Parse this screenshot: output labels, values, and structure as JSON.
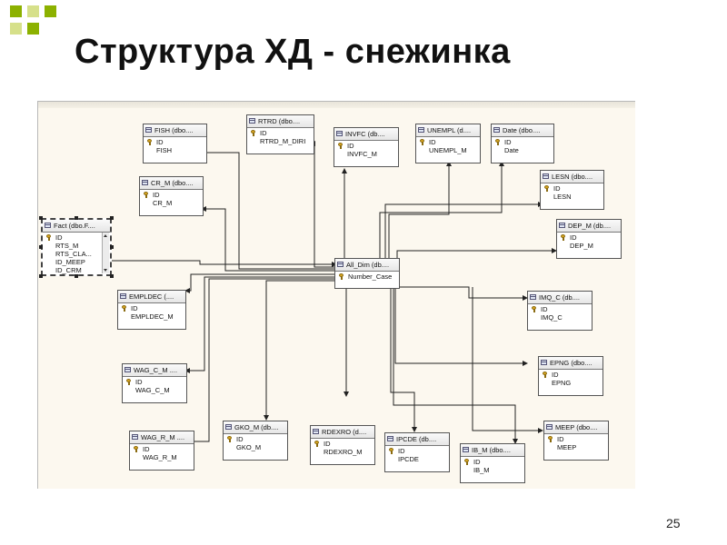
{
  "slide": {
    "title": "Структура ХД - снежинка",
    "page_number": "25"
  },
  "colors": {
    "deco_square_dark": "#8cb100",
    "deco_square_light": "#d6e08a",
    "canvas": "#fcf8ef",
    "link_line": "#222222"
  },
  "tables": {
    "fish": {
      "title": "FISH (dbo....",
      "fields": [
        "ID",
        "FISH"
      ]
    },
    "rtrd": {
      "title": "RTRD (dbo....",
      "fields": [
        "ID",
        "RTRD_M_DIRI"
      ]
    },
    "invfc": {
      "title": "INVFC (db....",
      "fields": [
        "ID",
        "INVFC_M"
      ]
    },
    "unempl": {
      "title": "UNEMPL (d....",
      "fields": [
        "ID",
        "UNEMPL_M"
      ]
    },
    "date": {
      "title": "Date (dbo....",
      "fields": [
        "ID",
        "Date"
      ]
    },
    "cr_m": {
      "title": "CR_M (dbo....",
      "fields": [
        "ID",
        "CR_M"
      ]
    },
    "lesn": {
      "title": "LESN (dbo....",
      "fields": [
        "ID",
        "LESN"
      ]
    },
    "fact": {
      "title": "Fact (dbo.F....",
      "fields": [
        "ID",
        "RTS_M",
        "RTS_CLA...",
        "ID_MEEP",
        "ID_CRM"
      ]
    },
    "dep_m": {
      "title": "DEP_M (db....",
      "fields": [
        "ID",
        "DEP_M"
      ]
    },
    "all_dim": {
      "title": "All_Dim (db....",
      "fields": [
        "Number_Case"
      ]
    },
    "empldec": {
      "title": "EMPLDEC (....",
      "fields": [
        "ID",
        "EMPLDEC_M"
      ]
    },
    "imq_c": {
      "title": "IMQ_C (db....",
      "fields": [
        "ID",
        "IMQ_C"
      ]
    },
    "epng": {
      "title": "EPNG (dbo....",
      "fields": [
        "ID",
        "EPNG"
      ]
    },
    "wag_c_m": {
      "title": "WAG_C_M ....",
      "fields": [
        "ID",
        "WAG_C_M"
      ]
    },
    "wag_r_m": {
      "title": "WAG_R_M ....",
      "fields": [
        "ID",
        "WAG_R_M"
      ]
    },
    "gko_m": {
      "title": "GKO_M (db....",
      "fields": [
        "ID",
        "GKO_M"
      ]
    },
    "rdexro": {
      "title": "RDEXRO (d....",
      "fields": [
        "ID",
        "RDEXRO_M"
      ]
    },
    "ipcde": {
      "title": "IPCDE (db....",
      "fields": [
        "ID",
        "IPCDE"
      ]
    },
    "ib_m": {
      "title": "IB_M (dbo....",
      "fields": [
        "ID",
        "IB_M"
      ]
    },
    "meep": {
      "title": "MEEP (dbo....",
      "fields": [
        "ID",
        "MEEP"
      ]
    }
  }
}
